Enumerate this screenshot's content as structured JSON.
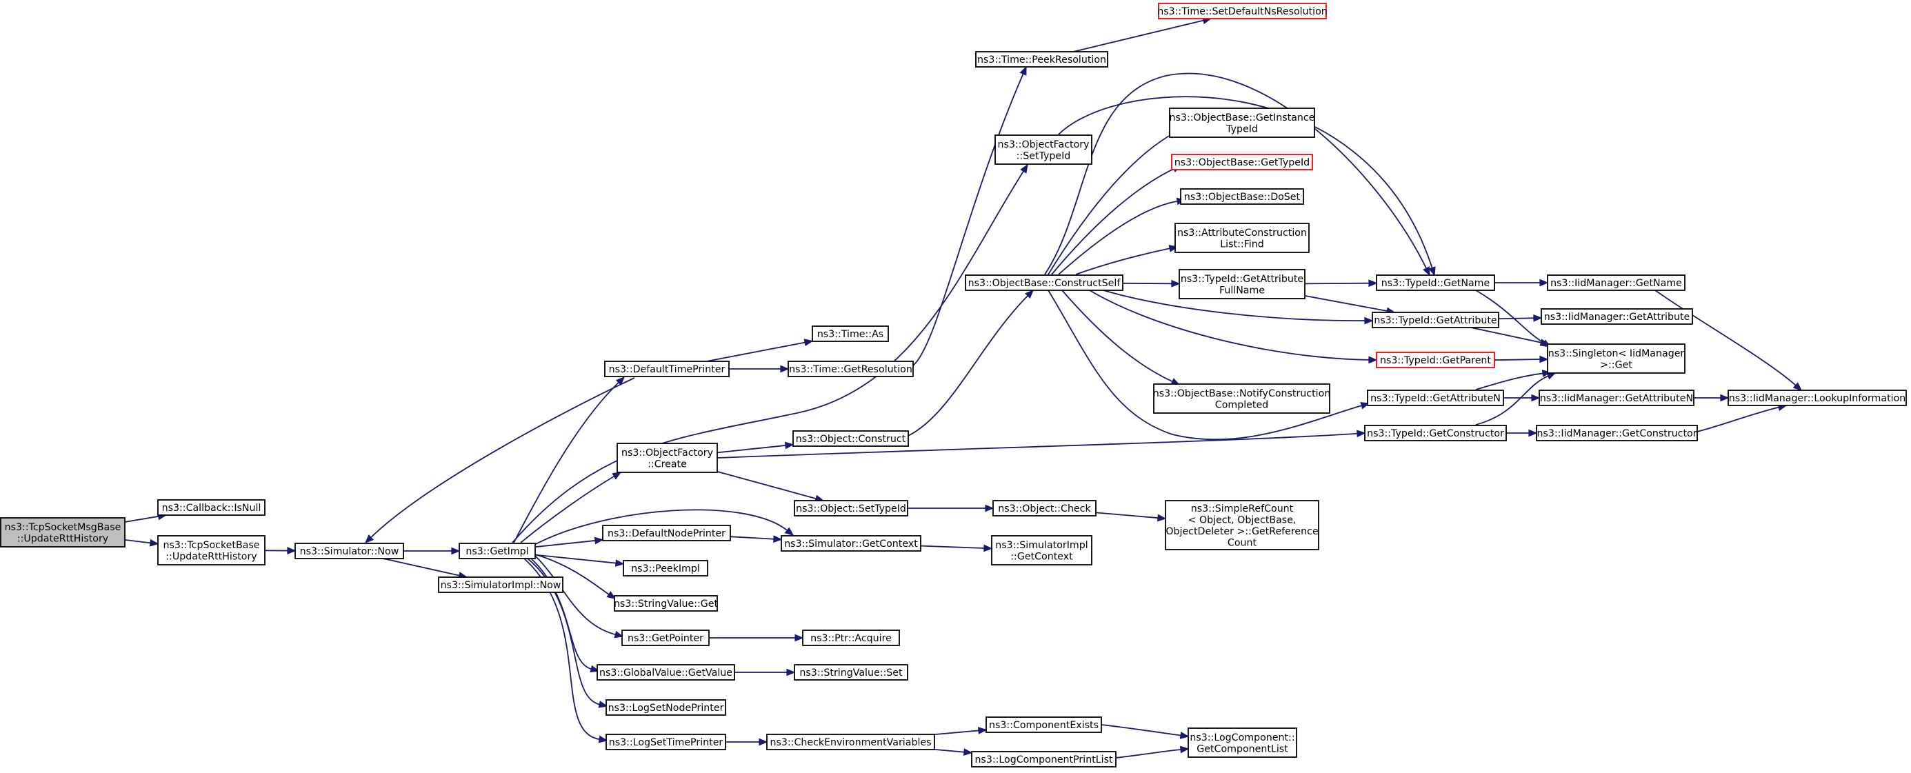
{
  "diagram": {
    "colors": {
      "edge": "#191970",
      "node_border": "#000000",
      "truncated_border": "#ff0000",
      "root_fill": "#bfbfbf",
      "node_fill": "#ffffff"
    },
    "nodes": [
      {
        "id": "root",
        "lines": [
          "ns3::TcpSocketMsgBase",
          "::UpdateRttHistory"
        ],
        "style": "root"
      },
      {
        "id": "cb_isnull",
        "lines": [
          "ns3::Callback::IsNull"
        ]
      },
      {
        "id": "tsb_update",
        "lines": [
          "ns3::TcpSocketBase",
          "::UpdateRttHistory"
        ]
      },
      {
        "id": "sim_now",
        "lines": [
          "ns3::Simulator::Now"
        ]
      },
      {
        "id": "getimpl",
        "lines": [
          "ns3::GetImpl"
        ]
      },
      {
        "id": "simimpl_now",
        "lines": [
          "ns3::SimulatorImpl::Now"
        ]
      },
      {
        "id": "default_time_printer",
        "lines": [
          "ns3::DefaultTimePrinter"
        ]
      },
      {
        "id": "objfactory_create",
        "lines": [
          "ns3::ObjectFactory",
          "::Create"
        ]
      },
      {
        "id": "default_node_printer",
        "lines": [
          "ns3::DefaultNodePrinter"
        ]
      },
      {
        "id": "peekimpl",
        "lines": [
          "ns3::PeekImpl"
        ]
      },
      {
        "id": "stringvalue_get",
        "lines": [
          "ns3::StringValue::Get"
        ]
      },
      {
        "id": "getpointer",
        "lines": [
          "ns3::GetPointer"
        ]
      },
      {
        "id": "globalvalue_getvalue",
        "lines": [
          "ns3::GlobalValue::GetValue"
        ]
      },
      {
        "id": "logsetnodeprinter",
        "lines": [
          "ns3::LogSetNodePrinter"
        ]
      },
      {
        "id": "logsettimeprinter",
        "lines": [
          "ns3::LogSetTimePrinter"
        ]
      },
      {
        "id": "time_as",
        "lines": [
          "ns3::Time::As"
        ]
      },
      {
        "id": "time_getresolution",
        "lines": [
          "ns3::Time::GetResolution"
        ]
      },
      {
        "id": "object_construct",
        "lines": [
          "ns3::Object::Construct"
        ]
      },
      {
        "id": "object_settypeid",
        "lines": [
          "ns3::Object::SetTypeId"
        ]
      },
      {
        "id": "sim_getcontext",
        "lines": [
          "ns3::Simulator::GetContext"
        ]
      },
      {
        "id": "ptr_acquire",
        "lines": [
          "ns3::Ptr::Acquire"
        ]
      },
      {
        "id": "stringvalue_set",
        "lines": [
          "ns3::StringValue::Set"
        ]
      },
      {
        "id": "check_env",
        "lines": [
          "ns3::CheckEnvironmentVariables"
        ]
      },
      {
        "id": "time_peekresolution",
        "lines": [
          "ns3::Time::PeekResolution"
        ]
      },
      {
        "id": "objfactory_settypeid",
        "lines": [
          "ns3::ObjectFactory",
          "::SetTypeId"
        ]
      },
      {
        "id": "objbase_constructself",
        "lines": [
          "ns3::ObjectBase::ConstructSelf"
        ]
      },
      {
        "id": "object_check",
        "lines": [
          "ns3::Object::Check"
        ]
      },
      {
        "id": "simimpl_getcontext",
        "lines": [
          "ns3::SimulatorImpl",
          "::GetContext"
        ]
      },
      {
        "id": "component_exists",
        "lines": [
          "ns3::ComponentExists"
        ]
      },
      {
        "id": "logcomponent_printlist",
        "lines": [
          "ns3::LogComponentPrintList"
        ]
      },
      {
        "id": "time_setdefaultnsresolution",
        "lines": [
          "ns3::Time::SetDefaultNsResolution"
        ],
        "style": "truncated"
      },
      {
        "id": "objbase_getinstancetypeid",
        "lines": [
          "ns3::ObjectBase::GetInstance",
          "TypeId"
        ]
      },
      {
        "id": "objbase_gettypeid",
        "lines": [
          "ns3::ObjectBase::GetTypeId"
        ],
        "style": "truncated"
      },
      {
        "id": "objbase_doset",
        "lines": [
          "ns3::ObjectBase::DoSet"
        ]
      },
      {
        "id": "attrconstructionlist_find",
        "lines": [
          "ns3::AttributeConstruction",
          "List::Find"
        ]
      },
      {
        "id": "typeid_getattributefullname",
        "lines": [
          "ns3::TypeId::GetAttribute",
          "FullName"
        ]
      },
      {
        "id": "objbase_notifyconstructioncompleted",
        "lines": [
          "ns3::ObjectBase::NotifyConstruction",
          "Completed"
        ]
      },
      {
        "id": "simplerefcount_getrefcount",
        "lines": [
          "ns3::SimpleRefCount",
          "< Object, ObjectBase,",
          "ObjectDeleter >::GetReference",
          "Count"
        ]
      },
      {
        "id": "logcomponent_getcomponentlist",
        "lines": [
          "ns3::LogComponent::",
          "GetComponentList"
        ]
      },
      {
        "id": "typeid_getname",
        "lines": [
          "ns3::TypeId::GetName"
        ]
      },
      {
        "id": "typeid_getattribute",
        "lines": [
          "ns3::TypeId::GetAttribute"
        ]
      },
      {
        "id": "typeid_getparent",
        "lines": [
          "ns3::TypeId::GetParent"
        ],
        "style": "truncated"
      },
      {
        "id": "typeid_getattributen",
        "lines": [
          "ns3::TypeId::GetAttributeN"
        ]
      },
      {
        "id": "typeid_getconstructor",
        "lines": [
          "ns3::TypeId::GetConstructor"
        ]
      },
      {
        "id": "iidmanager_getname",
        "lines": [
          "ns3::IidManager::GetName"
        ]
      },
      {
        "id": "iidmanager_getattribute",
        "lines": [
          "ns3::IidManager::GetAttribute"
        ]
      },
      {
        "id": "singleton_get",
        "lines": [
          "ns3::Singleton< IidManager",
          ">::Get"
        ]
      },
      {
        "id": "iidmanager_getattributen",
        "lines": [
          "ns3::IidManager::GetAttributeN"
        ]
      },
      {
        "id": "iidmanager_getconstructor",
        "lines": [
          "ns3::IidManager::GetConstructor"
        ]
      },
      {
        "id": "iidmanager_lookupinformation",
        "lines": [
          "ns3::IidManager::LookupInformation"
        ]
      }
    ],
    "edges": [
      [
        "root",
        "cb_isnull"
      ],
      [
        "root",
        "tsb_update"
      ],
      [
        "tsb_update",
        "sim_now"
      ],
      [
        "sim_now",
        "getimpl"
      ],
      [
        "sim_now",
        "simimpl_now"
      ],
      [
        "getimpl",
        "default_time_printer"
      ],
      [
        "getimpl",
        "objfactory_create"
      ],
      [
        "getimpl",
        "default_node_printer"
      ],
      [
        "getimpl",
        "peekimpl"
      ],
      [
        "getimpl",
        "stringvalue_get"
      ],
      [
        "getimpl",
        "getpointer"
      ],
      [
        "getimpl",
        "globalvalue_getvalue"
      ],
      [
        "getimpl",
        "logsetnodeprinter"
      ],
      [
        "getimpl",
        "logsettimeprinter"
      ],
      [
        "getimpl",
        "sim_getcontext"
      ],
      [
        "getimpl",
        "objfactory_settypeid"
      ],
      [
        "default_time_printer",
        "sim_now"
      ],
      [
        "default_time_printer",
        "time_as"
      ],
      [
        "default_time_printer",
        "time_getresolution"
      ],
      [
        "time_getresolution",
        "time_peekresolution"
      ],
      [
        "time_peekresolution",
        "time_setdefaultnsresolution"
      ],
      [
        "objfactory_create",
        "object_construct"
      ],
      [
        "objfactory_create",
        "object_settypeid"
      ],
      [
        "objfactory_create",
        "typeid_getconstructor"
      ],
      [
        "object_construct",
        "objbase_constructself"
      ],
      [
        "object_settypeid",
        "object_check"
      ],
      [
        "object_check",
        "simplerefcount_getrefcount"
      ],
      [
        "default_node_printer",
        "sim_getcontext"
      ],
      [
        "sim_getcontext",
        "simimpl_getcontext"
      ],
      [
        "getpointer",
        "ptr_acquire"
      ],
      [
        "globalvalue_getvalue",
        "stringvalue_set"
      ],
      [
        "logsettimeprinter",
        "check_env"
      ],
      [
        "check_env",
        "component_exists"
      ],
      [
        "check_env",
        "logcomponent_printlist"
      ],
      [
        "component_exists",
        "logcomponent_getcomponentlist"
      ],
      [
        "logcomponent_printlist",
        "logcomponent_getcomponentlist"
      ],
      [
        "objfactory_settypeid",
        "typeid_getname"
      ],
      [
        "objbase_constructself",
        "objbase_getinstancetypeid"
      ],
      [
        "objbase_constructself",
        "objbase_gettypeid"
      ],
      [
        "objbase_constructself",
        "objbase_doset"
      ],
      [
        "objbase_constructself",
        "attrconstructionlist_find"
      ],
      [
        "objbase_constructself",
        "typeid_getattributefullname"
      ],
      [
        "objbase_constructself",
        "typeid_getattribute"
      ],
      [
        "objbase_constructself",
        "typeid_getparent"
      ],
      [
        "objbase_constructself",
        "objbase_notifyconstructioncompleted"
      ],
      [
        "objbase_constructself",
        "typeid_getattributen"
      ],
      [
        "objbase_constructself",
        "typeid_getname"
      ],
      [
        "typeid_getattributefullname",
        "typeid_getname"
      ],
      [
        "typeid_getattributefullname",
        "typeid_getattribute"
      ],
      [
        "typeid_getname",
        "iidmanager_getname"
      ],
      [
        "typeid_getname",
        "singleton_get"
      ],
      [
        "typeid_getattribute",
        "iidmanager_getattribute"
      ],
      [
        "typeid_getattribute",
        "singleton_get"
      ],
      [
        "typeid_getparent",
        "singleton_get"
      ],
      [
        "typeid_getattributen",
        "singleton_get"
      ],
      [
        "typeid_getattributen",
        "iidmanager_getattributen"
      ],
      [
        "typeid_getconstructor",
        "singleton_get"
      ],
      [
        "typeid_getconstructor",
        "iidmanager_getconstructor"
      ],
      [
        "iidmanager_getname",
        "iidmanager_lookupinformation"
      ],
      [
        "iidmanager_getattributen",
        "iidmanager_lookupinformation"
      ],
      [
        "iidmanager_getconstructor",
        "iidmanager_lookupinformation"
      ]
    ]
  }
}
